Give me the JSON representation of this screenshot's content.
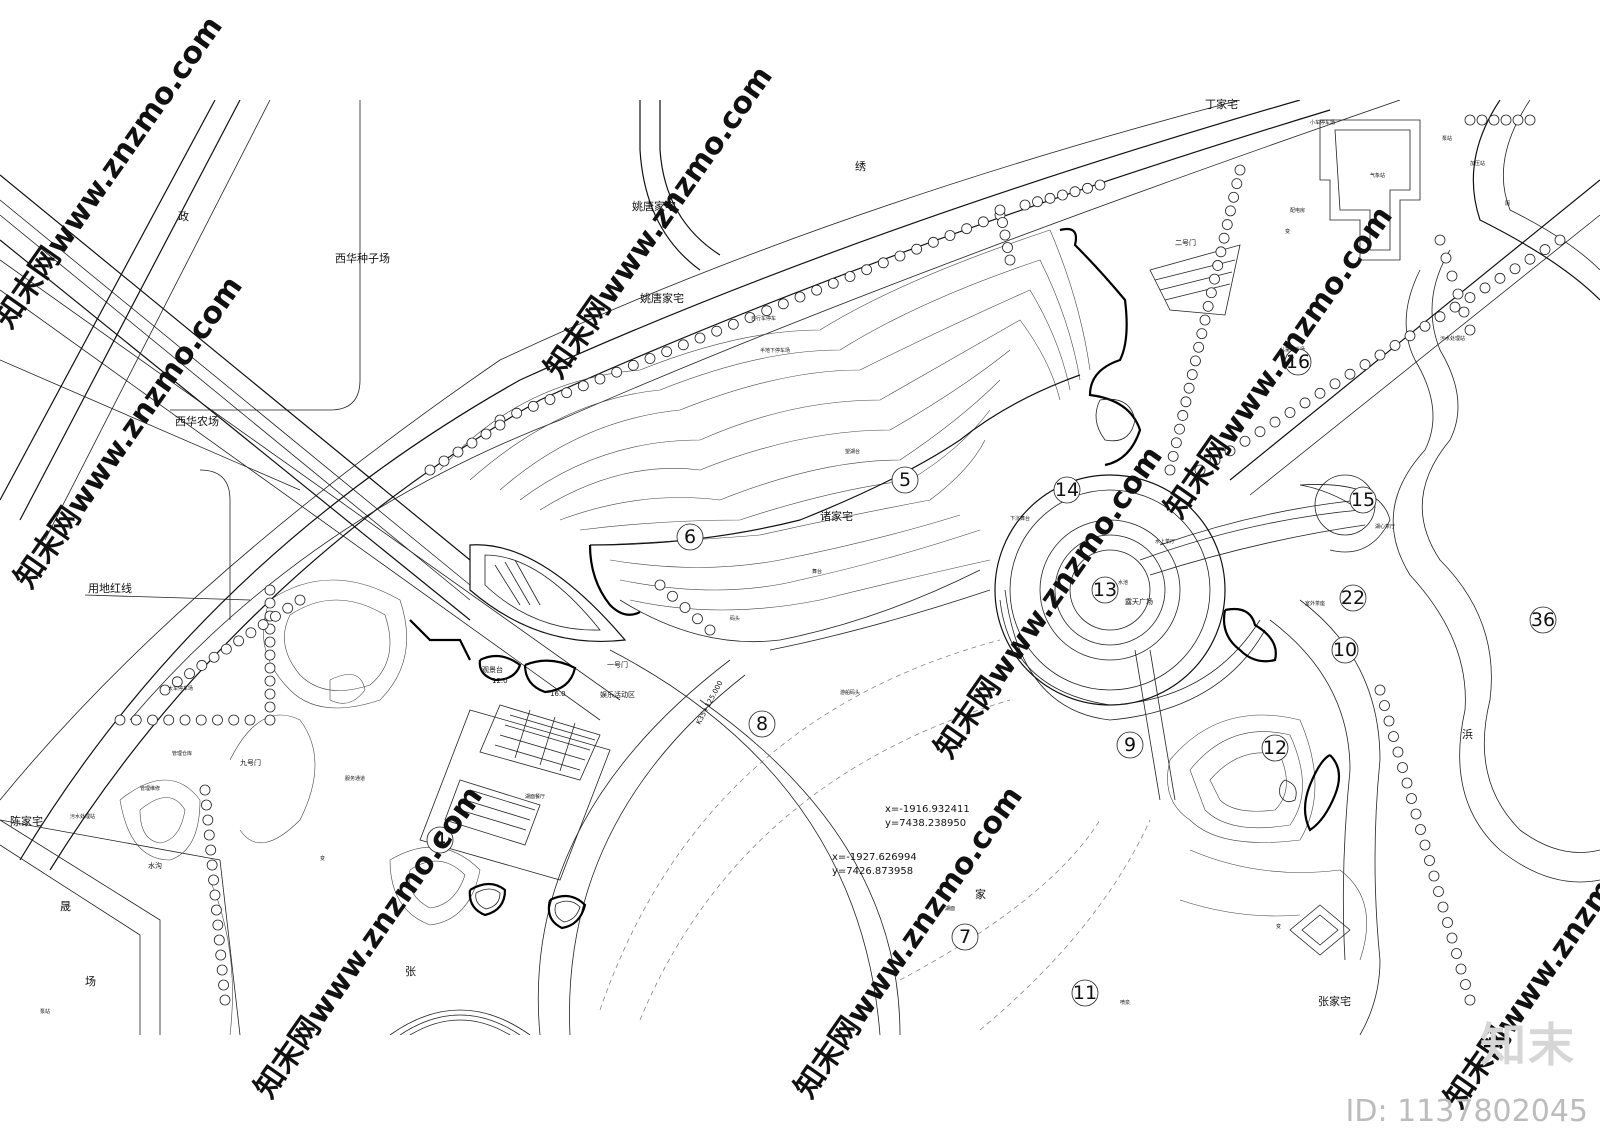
{
  "place_labels": [
    {
      "id": "xihua-seed-farm",
      "text": "西华种子场"
    },
    {
      "id": "xihua-farm",
      "text": "西华农场"
    },
    {
      "id": "yaotang-1",
      "text": "姚唐家宅"
    },
    {
      "id": "yaotang-2",
      "text": "姚唐家宅"
    },
    {
      "id": "ding-house",
      "text": "丁家宅"
    },
    {
      "id": "chen-house",
      "text": "陈家宅"
    },
    {
      "id": "zhu-house",
      "text": "诸家宅"
    },
    {
      "id": "zhang-house",
      "text": "张家宅"
    },
    {
      "id": "land-red-line",
      "text": "用地红线"
    },
    {
      "id": "zheng",
      "text": "政"
    },
    {
      "id": "xiu",
      "text": "绣"
    },
    {
      "id": "bang",
      "text": "浜"
    },
    {
      "id": "jia",
      "text": "家"
    },
    {
      "id": "zhang",
      "text": "张"
    },
    {
      "id": "cheng",
      "text": "晟"
    },
    {
      "id": "chang",
      "text": "场"
    },
    {
      "id": "leisure-zone",
      "text": "娱乐活动区"
    },
    {
      "id": "open-plaza",
      "text": "露天广场"
    },
    {
      "id": "guanjingtai",
      "text": "观景台"
    },
    {
      "id": "gate-2",
      "text": "二号门"
    },
    {
      "id": "gate-1",
      "text": "一号门"
    },
    {
      "id": "gate-9",
      "text": "九号门"
    },
    {
      "id": "shuigou",
      "text": "水沟"
    }
  ],
  "small_labels": [
    {
      "id": "bike-shed",
      "text": "自行车停车"
    },
    {
      "id": "underground-parking",
      "text": "半地下停车场"
    },
    {
      "id": "lake-view-1",
      "text": "望湖台"
    },
    {
      "id": "sunken-stage",
      "text": "下沉舞台"
    },
    {
      "id": "parking-lot",
      "text": "大车停车场"
    },
    {
      "id": "mgmt-warehouse",
      "text": "管理仓库"
    },
    {
      "id": "mgmt-maint",
      "text": "管理维修"
    },
    {
      "id": "sewage-1",
      "text": "污水处理站"
    },
    {
      "id": "sewage-2",
      "text": "污水处理站"
    },
    {
      "id": "service-path",
      "text": "服务通道"
    },
    {
      "id": "lake-restaurant",
      "text": "湖面餐厅"
    },
    {
      "id": "boat-dock",
      "text": "游船码头"
    },
    {
      "id": "weather-station",
      "text": "气象站"
    },
    {
      "id": "child-park",
      "text": "儿童游乐场"
    },
    {
      "id": "small-car-park",
      "text": "小车停车场"
    },
    {
      "id": "pump-station",
      "text": "泵站"
    },
    {
      "id": "water-tower",
      "text": "加压站"
    },
    {
      "id": "substation",
      "text": "配电房"
    },
    {
      "id": "stage-area",
      "text": "舞台"
    },
    {
      "id": "wharf",
      "text": "码头"
    },
    {
      "id": "fountain",
      "text": "喷泉"
    },
    {
      "id": "waterside-tea",
      "text": "水上茶厅"
    },
    {
      "id": "lake-tea",
      "text": "湖心茶厅"
    },
    {
      "id": "outdoor-tea",
      "text": "室外茶座"
    },
    {
      "id": "pool",
      "text": "水池"
    },
    {
      "id": "bian",
      "text": "变"
    },
    {
      "id": "bian-2",
      "text": "变"
    },
    {
      "id": "bian-3",
      "text": "变"
    },
    {
      "id": "chu",
      "text": "厕"
    },
    {
      "id": "lake",
      "text": "湖面"
    },
    {
      "id": "pump",
      "text": "泵站"
    }
  ],
  "spot_elevations": [
    "12.0",
    "16.0"
  ],
  "road_annotation": "K35+125.000",
  "coordinates": [
    {
      "x": "x=-1916.932411",
      "y": "y=7438.238950"
    },
    {
      "x": "x=-1927.626994",
      "y": "y=7426.873958"
    }
  ],
  "area_numbers": [
    "4",
    "5",
    "6",
    "7",
    "8",
    "9",
    "10",
    "11",
    "12",
    "13",
    "14",
    "15",
    "16",
    "22",
    "36"
  ],
  "watermark": {
    "text": "知末网www.znzmo.com",
    "brand": "知末",
    "id_text": "ID: 1137802045"
  },
  "colors": {
    "line": "#111111",
    "background": "#ffffff",
    "watermark": "#cccccc"
  }
}
